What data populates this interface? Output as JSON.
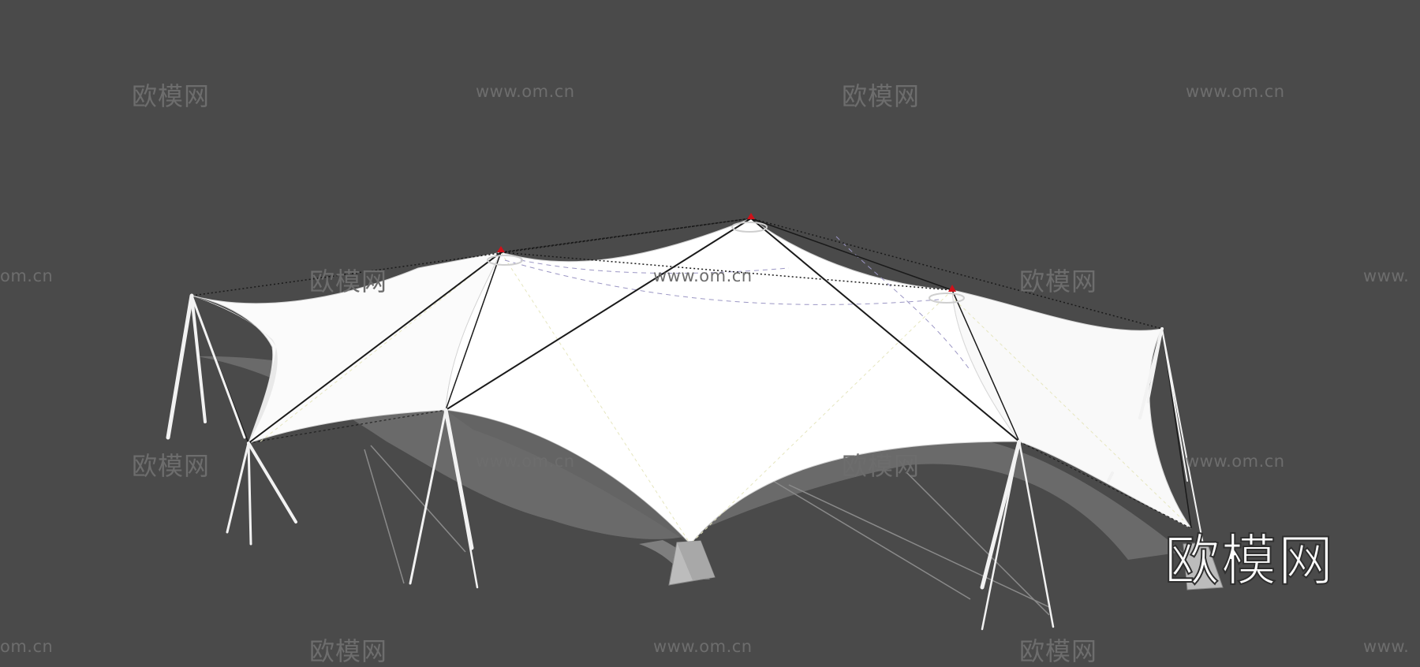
{
  "watermark": {
    "brand": "欧模网",
    "url": "www.om.cn",
    "url_partial_left": "om.cn",
    "url_partial_right": "www.",
    "logo": "欧模网"
  },
  "colors": {
    "background": "#4a4a4a",
    "membrane": "#ffffff",
    "mast": "#ffffff",
    "cable": "#1a1a1a",
    "peak_cap": "#d0111a",
    "shadow": "#6e6e6e",
    "footing": "#b9b9b9"
  }
}
